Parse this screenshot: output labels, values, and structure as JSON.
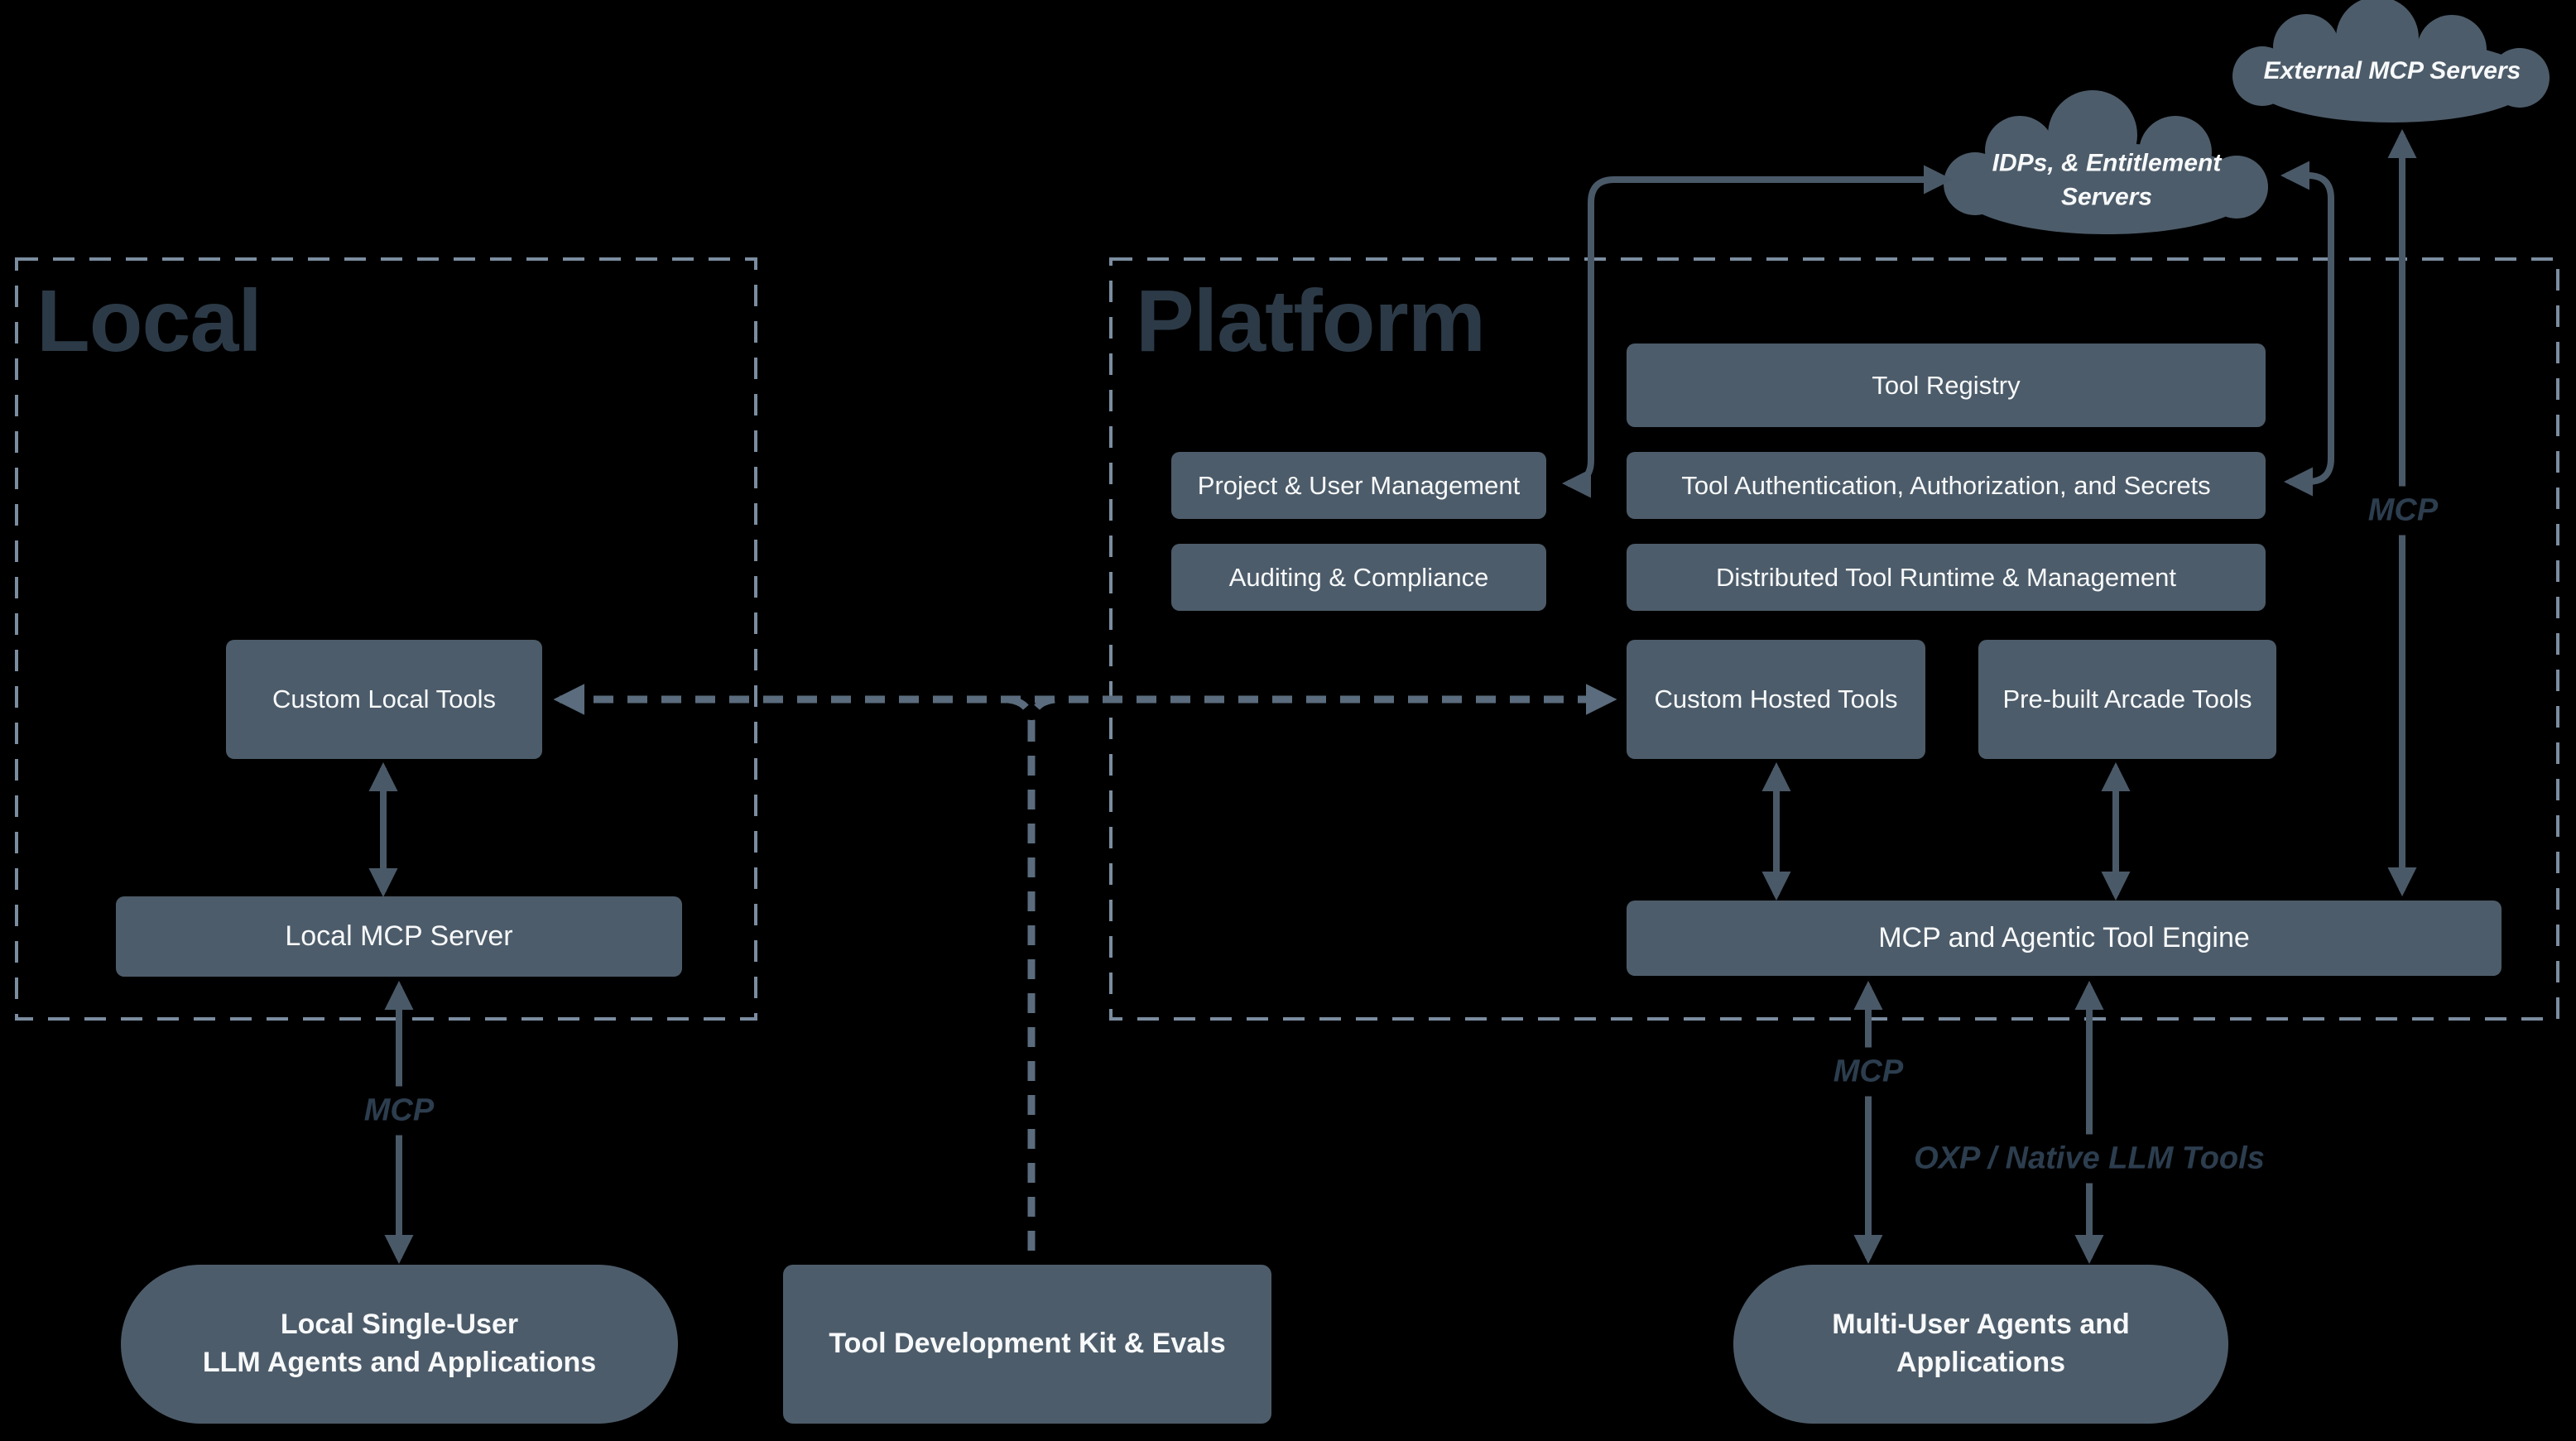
{
  "canvas": {
    "background": "#000000"
  },
  "colors": {
    "box_fill": "#4d5c6a",
    "text_light": "#f7f9fa",
    "section_title": "#2c3a47",
    "arrow": "#4a5968",
    "dashed_connector": "#5a6c7d",
    "dashed_border": "#7b8da0",
    "protocol_label": "#2c3d4e"
  },
  "sections": {
    "local": {
      "title": "Local"
    },
    "platform": {
      "title": "Platform"
    }
  },
  "clouds": {
    "external_mcp": {
      "label": "External MCP Servers"
    },
    "idp_entitlement": {
      "line1": "IDPs, & Entitlement",
      "line2": "Servers"
    }
  },
  "platform_boxes": {
    "tool_registry": "Tool Registry",
    "project_user_management": "Project & User Management",
    "tool_auth": "Tool Authentication, Authorization, and Secrets",
    "auditing_compliance": "Auditing & Compliance",
    "distributed_runtime": "Distributed Tool Runtime & Management",
    "custom_hosted_tools": "Custom Hosted Tools",
    "prebuilt_arcade_tools": "Pre-built Arcade Tools",
    "mcp_engine": "MCP and Agentic Tool Engine"
  },
  "local_boxes": {
    "custom_local_tools": "Custom Local Tools",
    "local_mcp_server": "Local MCP Server"
  },
  "bottom_nodes": {
    "local_agents": {
      "line1": "Local Single-User",
      "line2": "LLM Agents and Applications"
    },
    "tdk": {
      "label": "Tool Development Kit & Evals"
    },
    "multi_user_agents": {
      "line1": "Multi-User Agents and",
      "line2": "Applications"
    }
  },
  "edge_labels": {
    "mcp_local": "MCP",
    "mcp_engine_agents": "MCP",
    "oxp": "OXP / Native LLM Tools",
    "mcp_external": "MCP"
  }
}
